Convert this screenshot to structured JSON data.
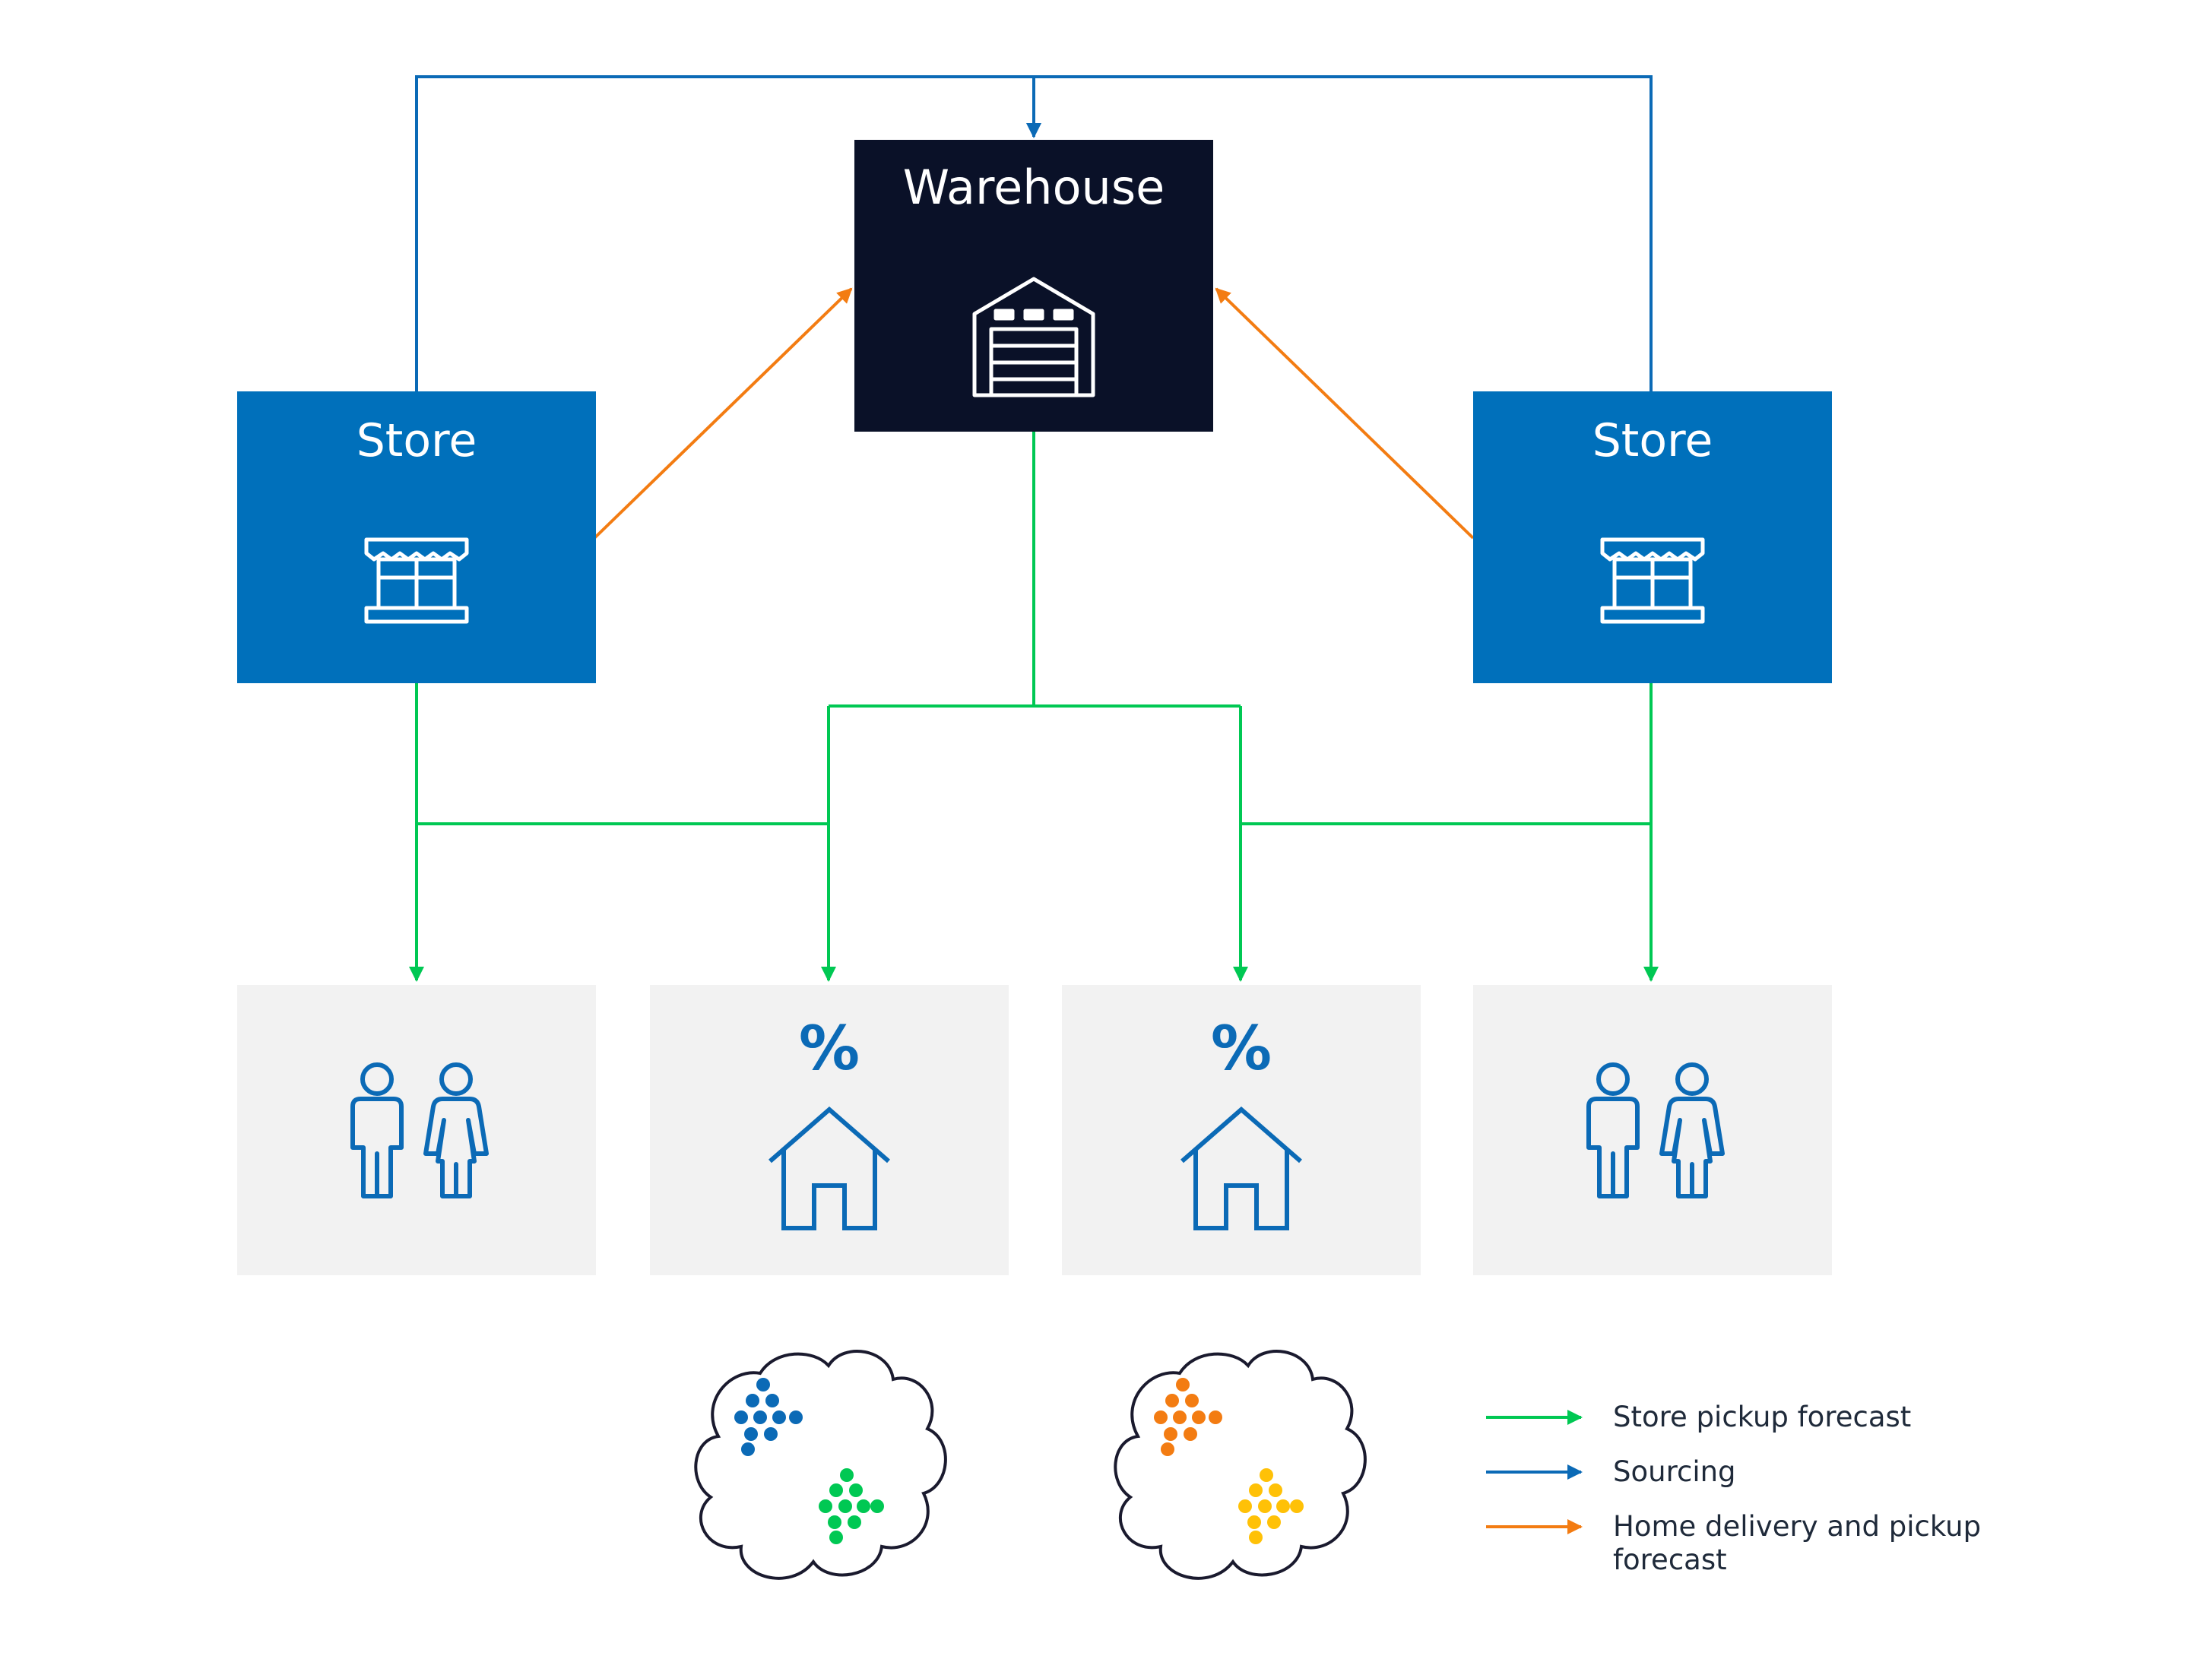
{
  "nodes": {
    "warehouse": {
      "label": "Warehouse"
    },
    "store_left": {
      "label": "Store"
    },
    "store_right": {
      "label": "Store"
    },
    "home_left": {
      "percent": "%"
    },
    "home_right": {
      "percent": "%"
    }
  },
  "legend": {
    "items": [
      {
        "label_lines": [
          "Store pickup forecast"
        ],
        "color": "#00c853"
      },
      {
        "label_lines": [
          "Sourcing"
        ],
        "color": "#0b6ab6"
      },
      {
        "label_lines": [
          "Home delivery and pickup",
          "forecast"
        ],
        "color": "#f37c12"
      }
    ]
  },
  "colors": {
    "warehouse_fill": "#0a1128",
    "store_fill": "#0070bb",
    "customer_box_fill": "#f2f2f2",
    "icon_blue": "#0b6ab6",
    "sourcing_line": "#0b6ab6",
    "store_pickup_line": "#00c853",
    "home_delivery_line": "#f37c12",
    "cluster_blue": "#0b6ab6",
    "cluster_green": "#00c853",
    "cluster_orange": "#f37c12",
    "cluster_yellow": "#ffc107"
  },
  "icons": {
    "warehouse": "warehouse-icon",
    "store": "storefront-icon",
    "people": "people-icon",
    "home": "house-icon",
    "cloud": "cloud-icon"
  }
}
